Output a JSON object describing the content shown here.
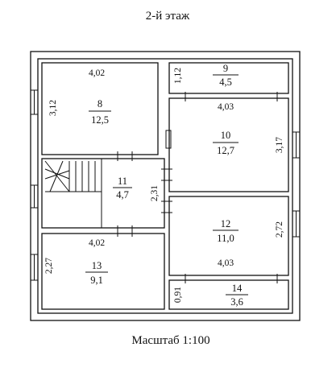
{
  "title": "2-й этаж",
  "scale": "Масштаб 1:100",
  "rooms": [
    {
      "id": "8",
      "area": "12,5"
    },
    {
      "id": "9",
      "area": "4,5"
    },
    {
      "id": "10",
      "area": "12,7"
    },
    {
      "id": "11",
      "area": "4,7"
    },
    {
      "id": "12",
      "area": "11,0"
    },
    {
      "id": "13",
      "area": "9,1"
    },
    {
      "id": "14",
      "area": "3,6"
    }
  ],
  "dimensions": [
    "4,02",
    "3,12",
    "1,12",
    "4,03",
    "3,17",
    "2,31",
    "2,72",
    "4,02",
    "2,27",
    "4,03",
    "0,91"
  ]
}
